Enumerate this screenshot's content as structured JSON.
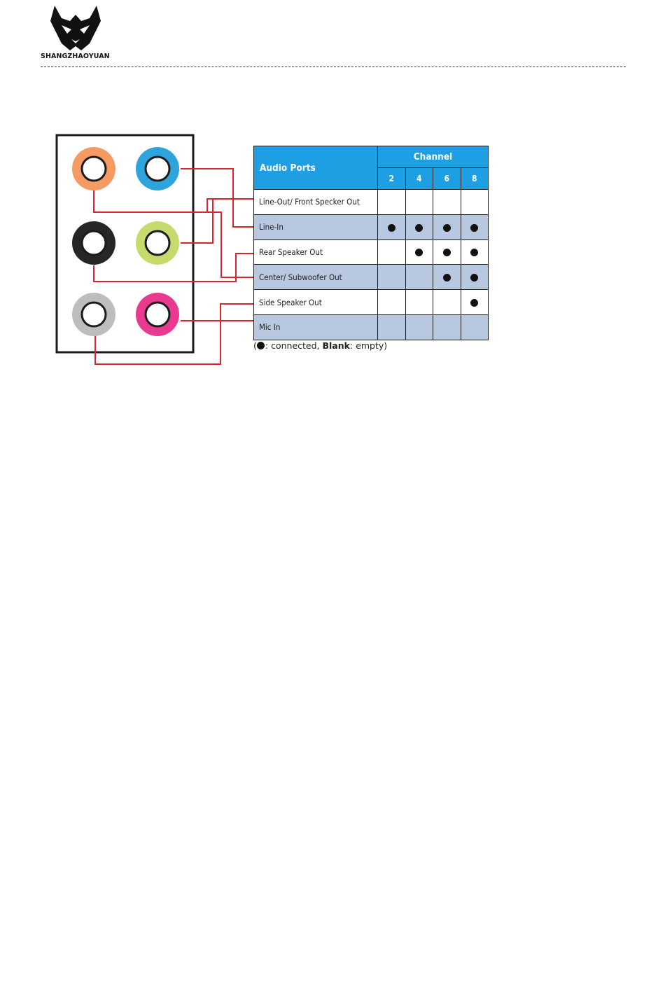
{
  "header": {
    "brand_text": "SHANGZHAOYUAN"
  },
  "jacks": [
    {
      "name": "orange",
      "color": "#f59a63"
    },
    {
      "name": "blue",
      "color": "#2da5dc"
    },
    {
      "name": "black",
      "color": "#262626"
    },
    {
      "name": "lime",
      "color": "#c5dc6c"
    },
    {
      "name": "gray",
      "color": "#bdbdbd"
    },
    {
      "name": "pink",
      "color": "#e83a8e"
    }
  ],
  "colors": {
    "wire": "#d9262c",
    "table_header": "#1e9fe3",
    "row_shaded": "#b7c8e0"
  },
  "table": {
    "ports_header": "Audio Ports",
    "channel_header": "Channel",
    "channels": [
      "2",
      "4",
      "6",
      "8"
    ],
    "rows": [
      {
        "label": "Line-Out/ Front Specker Out",
        "cells": [
          false,
          false,
          false,
          false
        ]
      },
      {
        "label": "Line-In",
        "cells": [
          true,
          true,
          true,
          true
        ]
      },
      {
        "label": "Rear Speaker Out",
        "cells": [
          false,
          true,
          true,
          true
        ]
      },
      {
        "label": "Center/ Subwoofer Out",
        "cells": [
          false,
          false,
          true,
          true
        ]
      },
      {
        "label": "Side Speaker Out",
        "cells": [
          false,
          false,
          false,
          true
        ]
      },
      {
        "label": "Mic In",
        "cells": [
          false,
          false,
          false,
          false
        ]
      }
    ]
  },
  "legend": {
    "connected_text": ": connected, ",
    "blank_label": "Blank",
    "blank_text": ": empty"
  }
}
